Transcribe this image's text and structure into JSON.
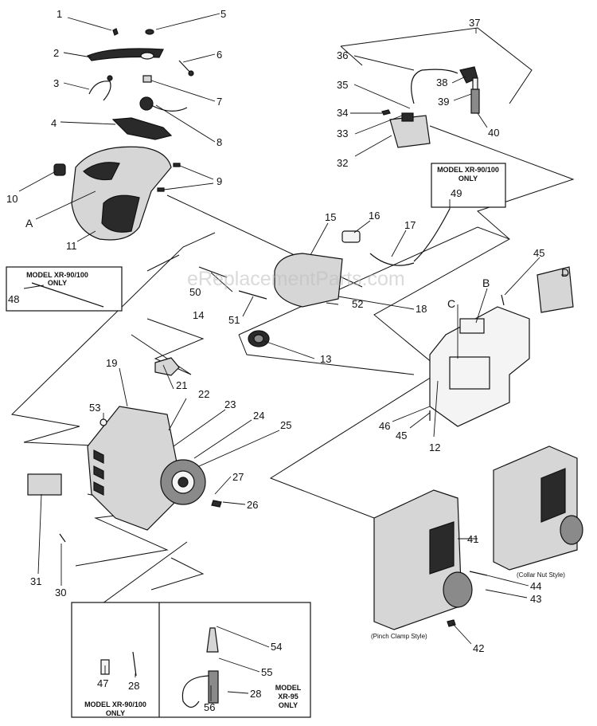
{
  "watermark": "eReplacementParts.com",
  "callouts": [
    "1",
    "2",
    "3",
    "4",
    "5",
    "6",
    "7",
    "8",
    "9",
    "10",
    "11",
    "12",
    "13",
    "14",
    "15",
    "16",
    "17",
    "18",
    "19",
    "21",
    "22",
    "23",
    "24",
    "25",
    "26",
    "27",
    "28",
    "28",
    "30",
    "31",
    "32",
    "33",
    "34",
    "35",
    "36",
    "37",
    "38",
    "39",
    "40",
    "41",
    "42",
    "43",
    "44",
    "45",
    "45",
    "46",
    "47",
    "48",
    "49",
    "50",
    "51",
    "52",
    "53",
    "54",
    "55",
    "56"
  ],
  "letters": [
    "A",
    "B",
    "C",
    "D"
  ],
  "notes": {
    "box_48": [
      "MODEL XR-90/100",
      "ONLY"
    ],
    "box_49": [
      "MODEL XR-90/100",
      "ONLY"
    ],
    "bottom_left": [
      "MODEL XR-90/100",
      "ONLY"
    ],
    "bottom_right": [
      "MODEL",
      "XR-95",
      "ONLY"
    ],
    "collar_nut": "(Collar Nut Style)",
    "pinch_clamp": "(Pinch Clamp Style)"
  }
}
